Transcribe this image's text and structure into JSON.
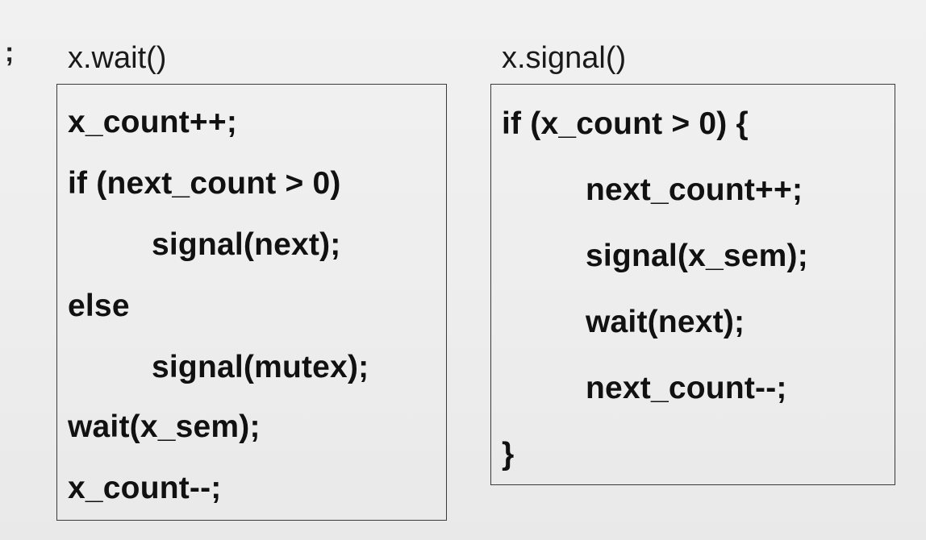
{
  "edge_mark": ";",
  "wait_panel": {
    "title": "x.wait()",
    "lines": [
      "x_count++;",
      "if (next_count > 0)",
      "signal(next);",
      "else",
      "signal(mutex);",
      "wait(x_sem);",
      "x_count--;"
    ]
  },
  "signal_panel": {
    "title": "x.signal()",
    "lines": [
      "if (x_count > 0) {",
      "next_count++;",
      "signal(x_sem);",
      "wait(next);",
      "next_count--;",
      "}"
    ]
  }
}
